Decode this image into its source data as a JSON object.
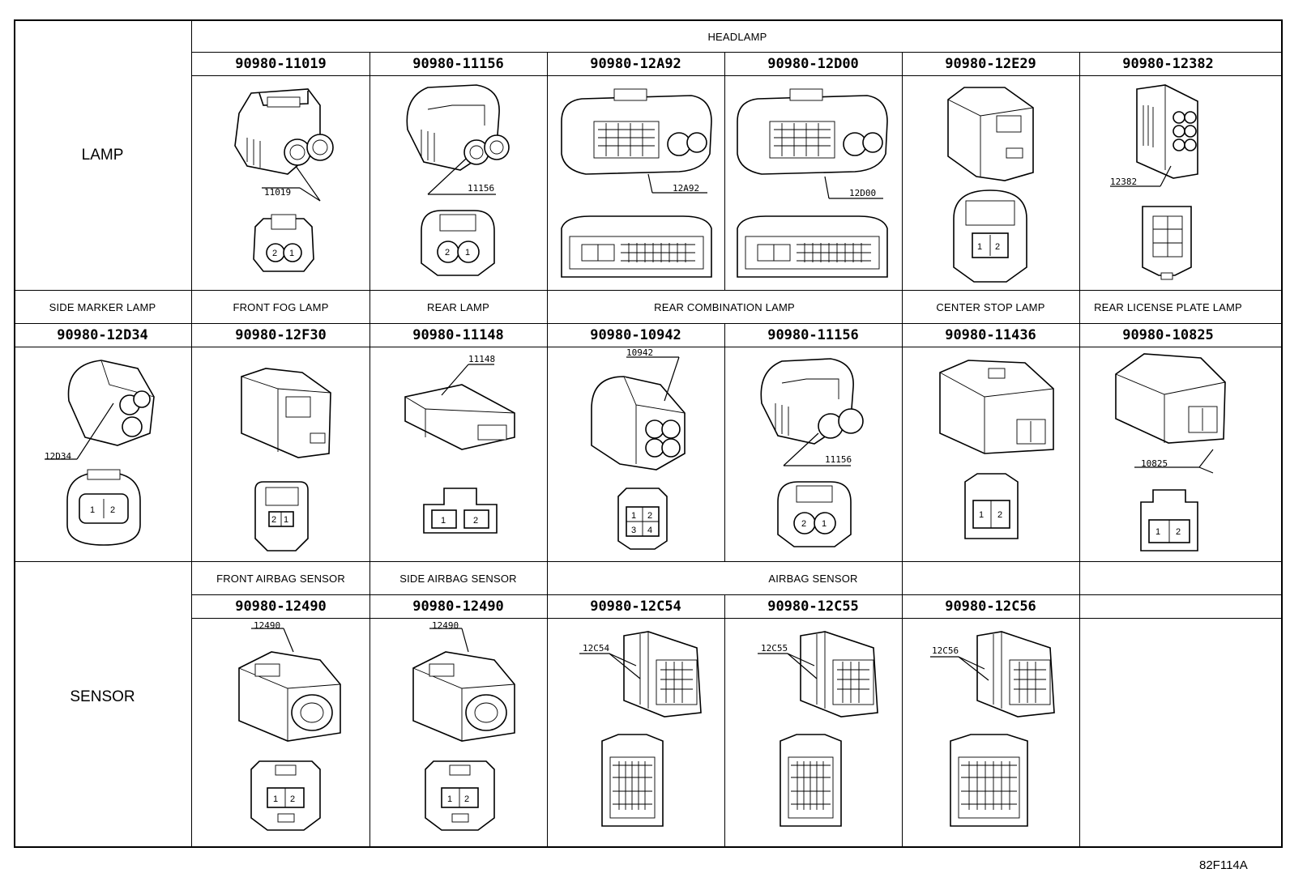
{
  "categories": {
    "lamp": "LAMP",
    "sensor": "SENSOR"
  },
  "groups": {
    "headlamp": "HEADLAMP",
    "side_marker_lamp": "SIDE MARKER LAMP",
    "front_fog_lamp": "FRONT FOG LAMP",
    "rear_lamp": "REAR LAMP",
    "rear_combination_lamp": "REAR COMBINATION LAMP",
    "center_stop_lamp": "CENTER STOP LAMP",
    "rear_license_plate_lamp": "REAR LICENSE PLATE LAMP",
    "front_airbag_sensor": "FRONT AIRBAG SENSOR",
    "side_airbag_sensor": "SIDE AIRBAG SENSOR",
    "airbag_sensor": "AIRBAG SENSOR"
  },
  "row1": [
    {
      "part": "90980-11019",
      "label": "11019"
    },
    {
      "part": "90980-11156",
      "label": "11156"
    },
    {
      "part": "90980-12A92",
      "label": "12A92"
    },
    {
      "part": "90980-12D00",
      "label": "12D00"
    },
    {
      "part": "90980-12E29",
      "label": ""
    },
    {
      "part": "90980-12382",
      "label": "12382"
    }
  ],
  "row2": [
    {
      "part": "90980-12D34",
      "label": "12D34"
    },
    {
      "part": "90980-12F30",
      "label": ""
    },
    {
      "part": "90980-11148",
      "label": "11148"
    },
    {
      "part": "90980-10942",
      "label": "10942"
    },
    {
      "part": "90980-11156",
      "label": "11156"
    },
    {
      "part": "90980-11436",
      "label": ""
    },
    {
      "part": "90980-10825",
      "label": "10825"
    }
  ],
  "row3": [
    {
      "part": "90980-12490",
      "label": "12490"
    },
    {
      "part": "90980-12490",
      "label": "12490"
    },
    {
      "part": "90980-12C54",
      "label": "12C54"
    },
    {
      "part": "90980-12C55",
      "label": "12C55"
    },
    {
      "part": "90980-12C56",
      "label": "12C56"
    }
  ],
  "pins": {
    "one": "1",
    "two": "2",
    "three": "3",
    "four": "4"
  },
  "figure_code": "82F114A"
}
